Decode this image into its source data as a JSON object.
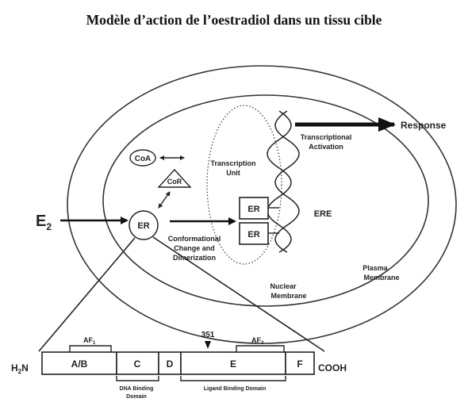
{
  "title": "Modèle d’action de l’oestradiol dans un tissu cible",
  "cell": {
    "hormone": "E",
    "hormone_sub": "2",
    "receptor": "ER",
    "coactivator": "CoA",
    "corepressor": "CoR",
    "transcription_unit_line1": "Transcription",
    "transcription_unit_line2": "Unit",
    "dimer_top": "ER",
    "dimer_bottom": "ER",
    "ere": "ERE",
    "transcriptional_line1": "Transcriptional",
    "transcriptional_line2": "Activation",
    "response": "Response",
    "conformational_line1": "Conformational",
    "conformational_line2": "Change and",
    "conformational_line3": "Dimerization",
    "nuclear_line1": "Nuclear",
    "nuclear_line2": "Membrane",
    "plasma_line1": "Plasma",
    "plasma_line2": "Membrane"
  },
  "domains": {
    "n_terminus": "H",
    "n_terminus_sub": "2",
    "n_terminus_end": "N",
    "c_terminus": "COOH",
    "segments": [
      "A/B",
      "C",
      "D",
      "E",
      "F"
    ],
    "af1": "AF",
    "af1_sub": "1",
    "af2": "AF",
    "af2_sub": "2",
    "site": "351",
    "dna_binding_line1": "DNA Binding",
    "dna_binding_line2": "Domain",
    "ligand_binding": "Ligand Binding Domain"
  }
}
